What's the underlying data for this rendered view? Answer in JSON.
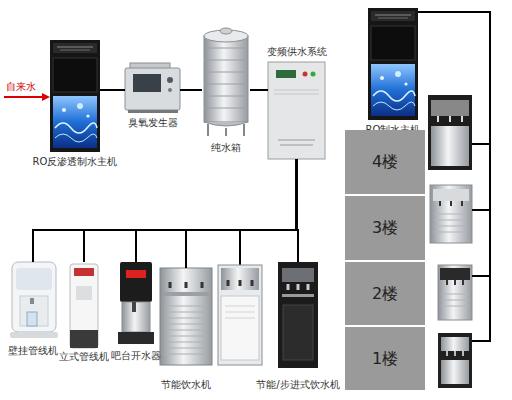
{
  "diagram": {
    "nodes": [
      {
        "text": [
          "RO反渗透制水主机"
        ]
      },
      {
        "text": [
          "臭氧发生器"
        ]
      },
      {
        "text": [
          "纯水箱"
        ]
      },
      {
        "text": [
          "变频供水系统"
        ]
      },
      {
        "text": [
          "壁挂管线机"
        ]
      },
      {
        "text": [
          "立式管线机"
        ]
      },
      {
        "text": [
          "吧台开水器"
        ]
      },
      {
        "text": [
          "节能饮水机"
        ]
      },
      {
        "text": [
          "节能/步进式饮水机"
        ]
      },
      {
        "text": [
          "RO制水主机"
        ]
      },
      {
        "text": [
          "4楼"
        ]
      },
      {
        "text": [
          "3楼"
        ]
      },
      {
        "text": [
          "2楼"
        ]
      },
      {
        "text": [
          "1楼"
        ]
      }
    ],
    "edges": [
      {
        "from": 0,
        "to": 1,
        "arrow": "none"
      },
      {
        "from": 1,
        "to": 2,
        "arrow": "none"
      },
      {
        "from": 2,
        "to": 3,
        "arrow": "none"
      },
      {
        "from": 3,
        "to": 4,
        "arrow": "none"
      },
      {
        "from": 3,
        "to": 5,
        "arrow": "none"
      },
      {
        "from": 3,
        "to": 6,
        "arrow": "none"
      },
      {
        "from": 3,
        "to": 7,
        "arrow": "none"
      },
      {
        "from": 3,
        "to": 8,
        "arrow": "none"
      },
      {
        "from": 9,
        "to": 10,
        "arrow": "none"
      },
      {
        "from": 9,
        "to": 11,
        "arrow": "none"
      },
      {
        "from": 9,
        "to": 12,
        "arrow": "none"
      },
      {
        "from": 9,
        "to": 13,
        "arrow": "none"
      }
    ],
    "labels": [
      "自来水"
    ]
  }
}
